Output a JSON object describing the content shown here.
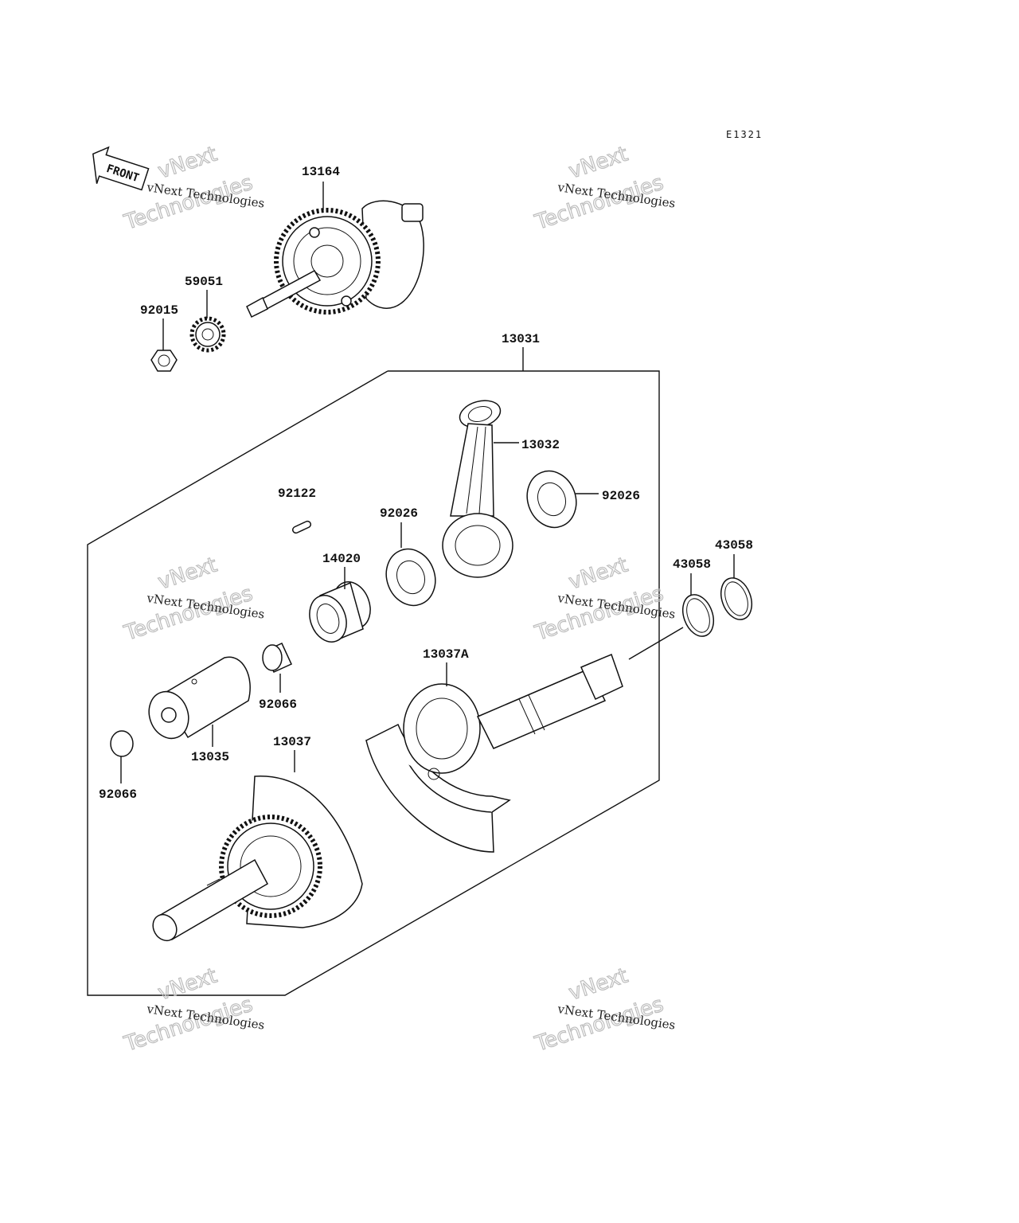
{
  "diagram_code": "E1321",
  "front_label": "FRONT",
  "watermark": {
    "line1": "vNext Technologies",
    "line2": "vNext",
    "line3": "Technologies"
  },
  "parts": {
    "p13164": "13164",
    "p59051": "59051",
    "p92015": "92015",
    "p13031": "13031",
    "p13032": "13032",
    "p92026_right": "92026",
    "p92026_left": "92026",
    "p92122": "92122",
    "p14020": "14020",
    "p43058_a": "43058",
    "p43058_b": "43058",
    "p13037A": "13037A",
    "p92066_a": "92066",
    "p13035": "13035",
    "p13037": "13037",
    "p92066_b": "92066"
  }
}
